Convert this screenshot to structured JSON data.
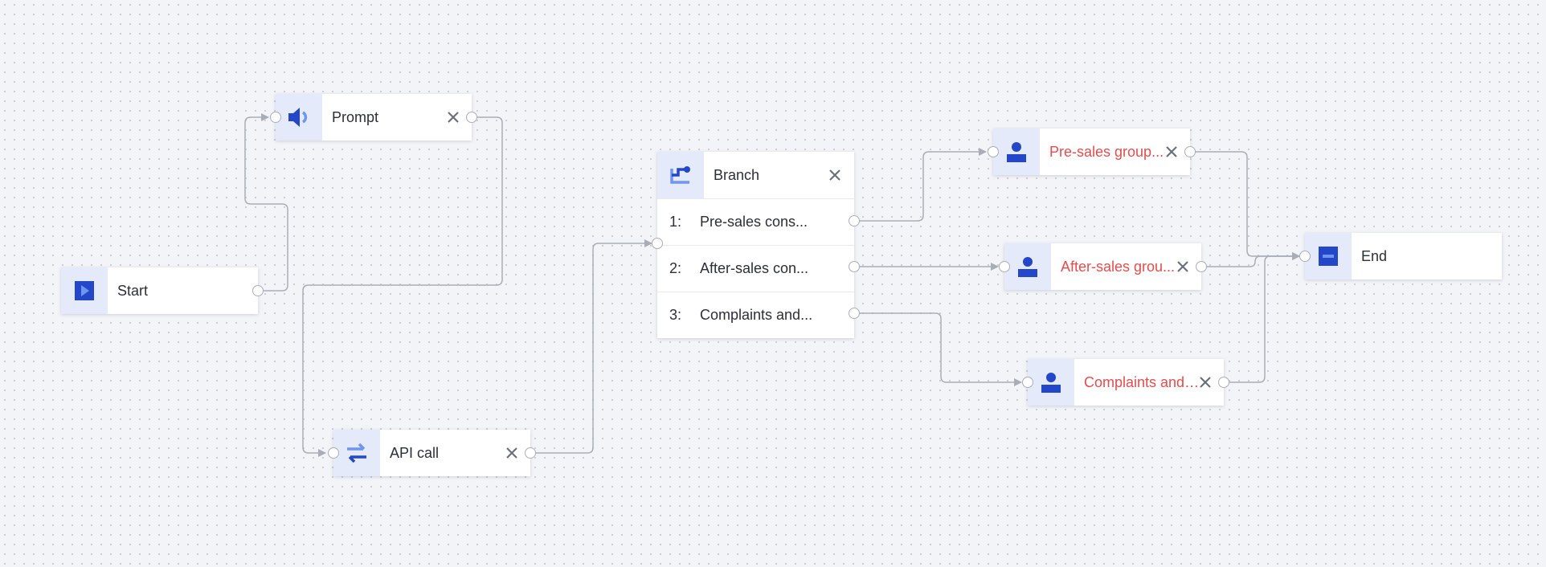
{
  "nodes": {
    "start": {
      "label": "Start",
      "icon": "play-icon"
    },
    "prompt": {
      "label": "Prompt",
      "icon": "speaker-icon"
    },
    "api_call": {
      "label": "API call",
      "icon": "swap-arrows-icon"
    },
    "branch": {
      "label": "Branch",
      "icon": "branch-icon",
      "conditions": [
        {
          "index": "1:",
          "text": "Pre-sales cons..."
        },
        {
          "index": "2:",
          "text": "After-sales con..."
        },
        {
          "index": "3:",
          "text": "Complaints and..."
        }
      ]
    },
    "presales_group": {
      "label": "Pre-sales group...",
      "icon": "person-icon"
    },
    "aftersales_group": {
      "label": "After-sales grou...",
      "icon": "person-icon"
    },
    "complaints_group": {
      "label": "Complaints and ...",
      "icon": "person-icon"
    },
    "end": {
      "label": "End",
      "icon": "stop-icon"
    }
  },
  "edges": [
    {
      "from": "start",
      "to": "prompt"
    },
    {
      "from": "prompt",
      "to": "api_call"
    },
    {
      "from": "api_call",
      "to": "branch"
    },
    {
      "from": "branch.condition1",
      "to": "presales_group"
    },
    {
      "from": "branch.condition2",
      "to": "aftersales_group"
    },
    {
      "from": "branch.condition3",
      "to": "complaints_group"
    },
    {
      "from": "presales_group",
      "to": "end"
    },
    {
      "from": "aftersales_group",
      "to": "end"
    },
    {
      "from": "complaints_group",
      "to": "end"
    }
  ],
  "colors": {
    "accent": "#2446c8",
    "accent_light": "#6f95ef",
    "icon_bg": "#e4eaf9",
    "warning_text": "#e34d4d",
    "edge": "#a9adb6"
  }
}
